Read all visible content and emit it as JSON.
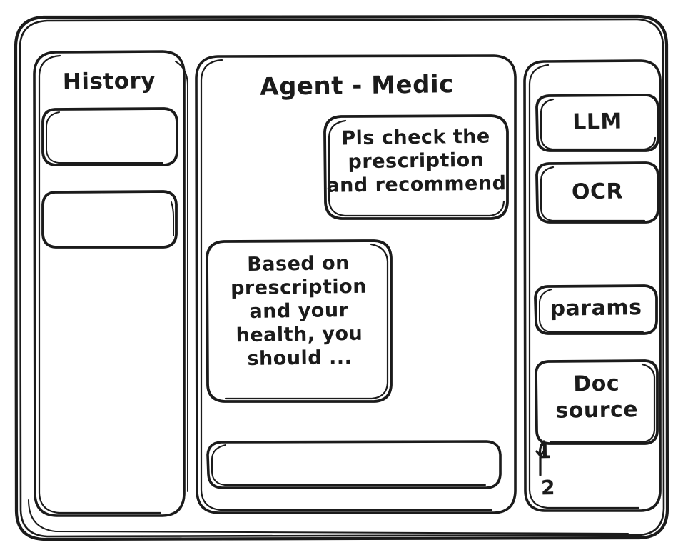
{
  "window": {
    "name": "agent-medic-wireframe"
  },
  "sidebar_history": {
    "title": "History",
    "items": [
      {
        "label": ""
      },
      {
        "label": ""
      }
    ]
  },
  "main": {
    "title": "Agent - Medic",
    "messages": [
      {
        "role": "user",
        "text": "Pls check the\nprescription\nand recommend"
      },
      {
        "role": "agent",
        "text": "Based on\nprescription\nand your\nhealth, you\nshould ..."
      }
    ],
    "composer": {
      "value": "",
      "placeholder": ""
    }
  },
  "tools_panel": {
    "chips": [
      {
        "label": "LLM"
      },
      {
        "label": "OCR"
      },
      {
        "label": "params"
      },
      {
        "label": "Doc\nsource"
      }
    ],
    "doc_sources": [
      {
        "label": "1"
      },
      {
        "label": "2"
      }
    ]
  },
  "colors": {
    "ink": "#1b1b1b",
    "paper": "#ffffff"
  }
}
